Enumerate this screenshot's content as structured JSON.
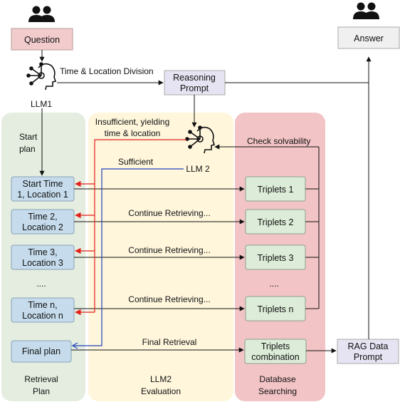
{
  "nodes": {
    "question": "Question",
    "answer": "Answer",
    "llm1": "LLM1",
    "llm2": "LLM 2",
    "reasoning_prompt": [
      "Reasoning",
      "Prompt"
    ],
    "rag_prompt": [
      "RAG Data",
      "Prompt"
    ],
    "start_plan": [
      "Start",
      "plan"
    ],
    "plan_1": [
      "Start Time",
      "1, Location 1"
    ],
    "plan_2": [
      "Time 2,",
      "Location 2"
    ],
    "plan_3": [
      "Time 3,",
      "Location 3"
    ],
    "plan_dots": "....",
    "plan_n": [
      "Time n,",
      "Location n"
    ],
    "final_plan": "Final plan",
    "triplets_1": "Triplets 1",
    "triplets_2": "Triplets 2",
    "triplets_3": "Triplets 3",
    "triplets_dots": "....",
    "triplets_n": "Triplets n",
    "triplets_comb": [
      "Triplets",
      "combination"
    ]
  },
  "edge_labels": {
    "division": "Time & Location Division",
    "insufficient": [
      "Insufficient, yielding",
      "time & location"
    ],
    "sufficient": "Sufficient",
    "check": "Check solvability",
    "continue": "Continue Retrieving...",
    "final_retrieval": "Final Retrieval"
  },
  "columns": {
    "retrieval": [
      "Retrieval",
      "Plan"
    ],
    "evaluation": [
      "LLM2",
      "Evaluation"
    ],
    "database": [
      "Database",
      "Searching"
    ]
  },
  "colors": {
    "retrieval_bg": "#e4ede0",
    "evaluation_bg": "#fff6dc",
    "database_bg": "#f2c4c5",
    "question_fill": "#f2cccc",
    "answer_fill": "#f0f0f0",
    "prompt_fill": "#e6e4f2",
    "plan_fill": "#c6dcec",
    "triplet_fill": "#dcecd8",
    "red_arrow": "#e0201a",
    "blue_arrow": "#2040b8"
  },
  "icons": [
    "user-group-icon",
    "ai-head-icon"
  ]
}
